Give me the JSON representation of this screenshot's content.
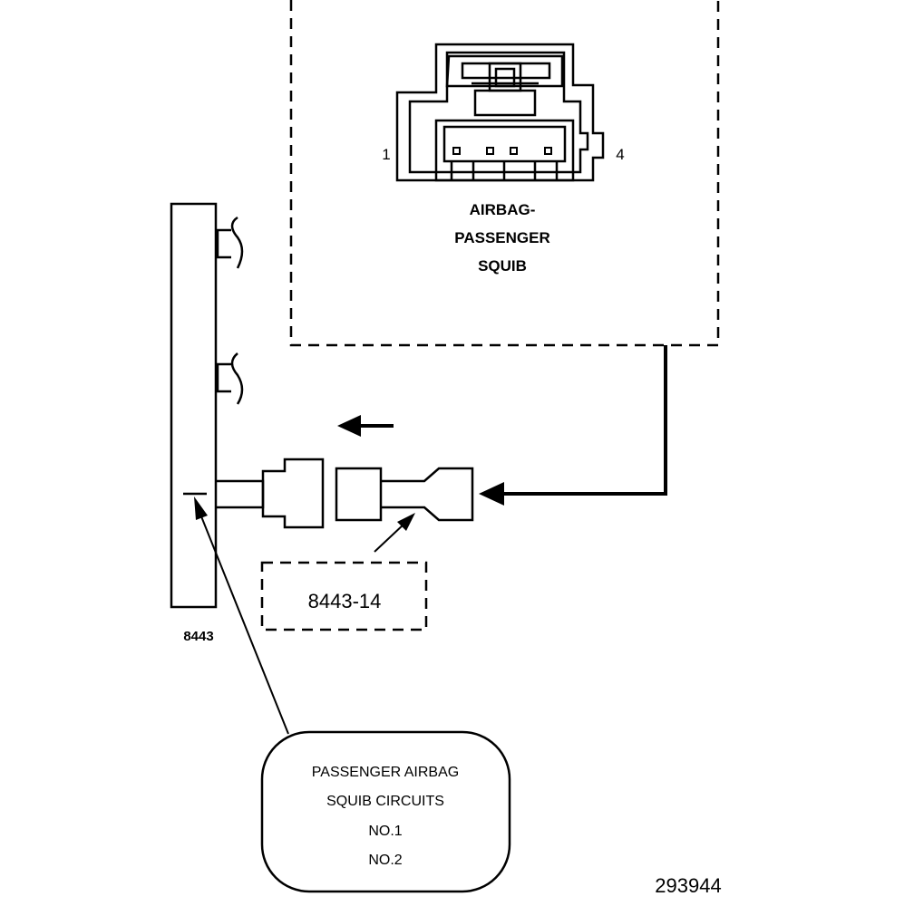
{
  "connector": {
    "title_line1": "AIRBAG-",
    "title_line2": "PASSENGER",
    "title_line3": "SQUIB",
    "pin_left": "1",
    "pin_right": "4"
  },
  "tool": {
    "main_label": "8443",
    "adapter_label": "8443-14"
  },
  "callout": {
    "line1": "PASSENGER AIRBAG",
    "line2": "SQUIB CIRCUITS",
    "line3": "NO.1",
    "line4": "NO.2"
  },
  "figure_id": "293944"
}
